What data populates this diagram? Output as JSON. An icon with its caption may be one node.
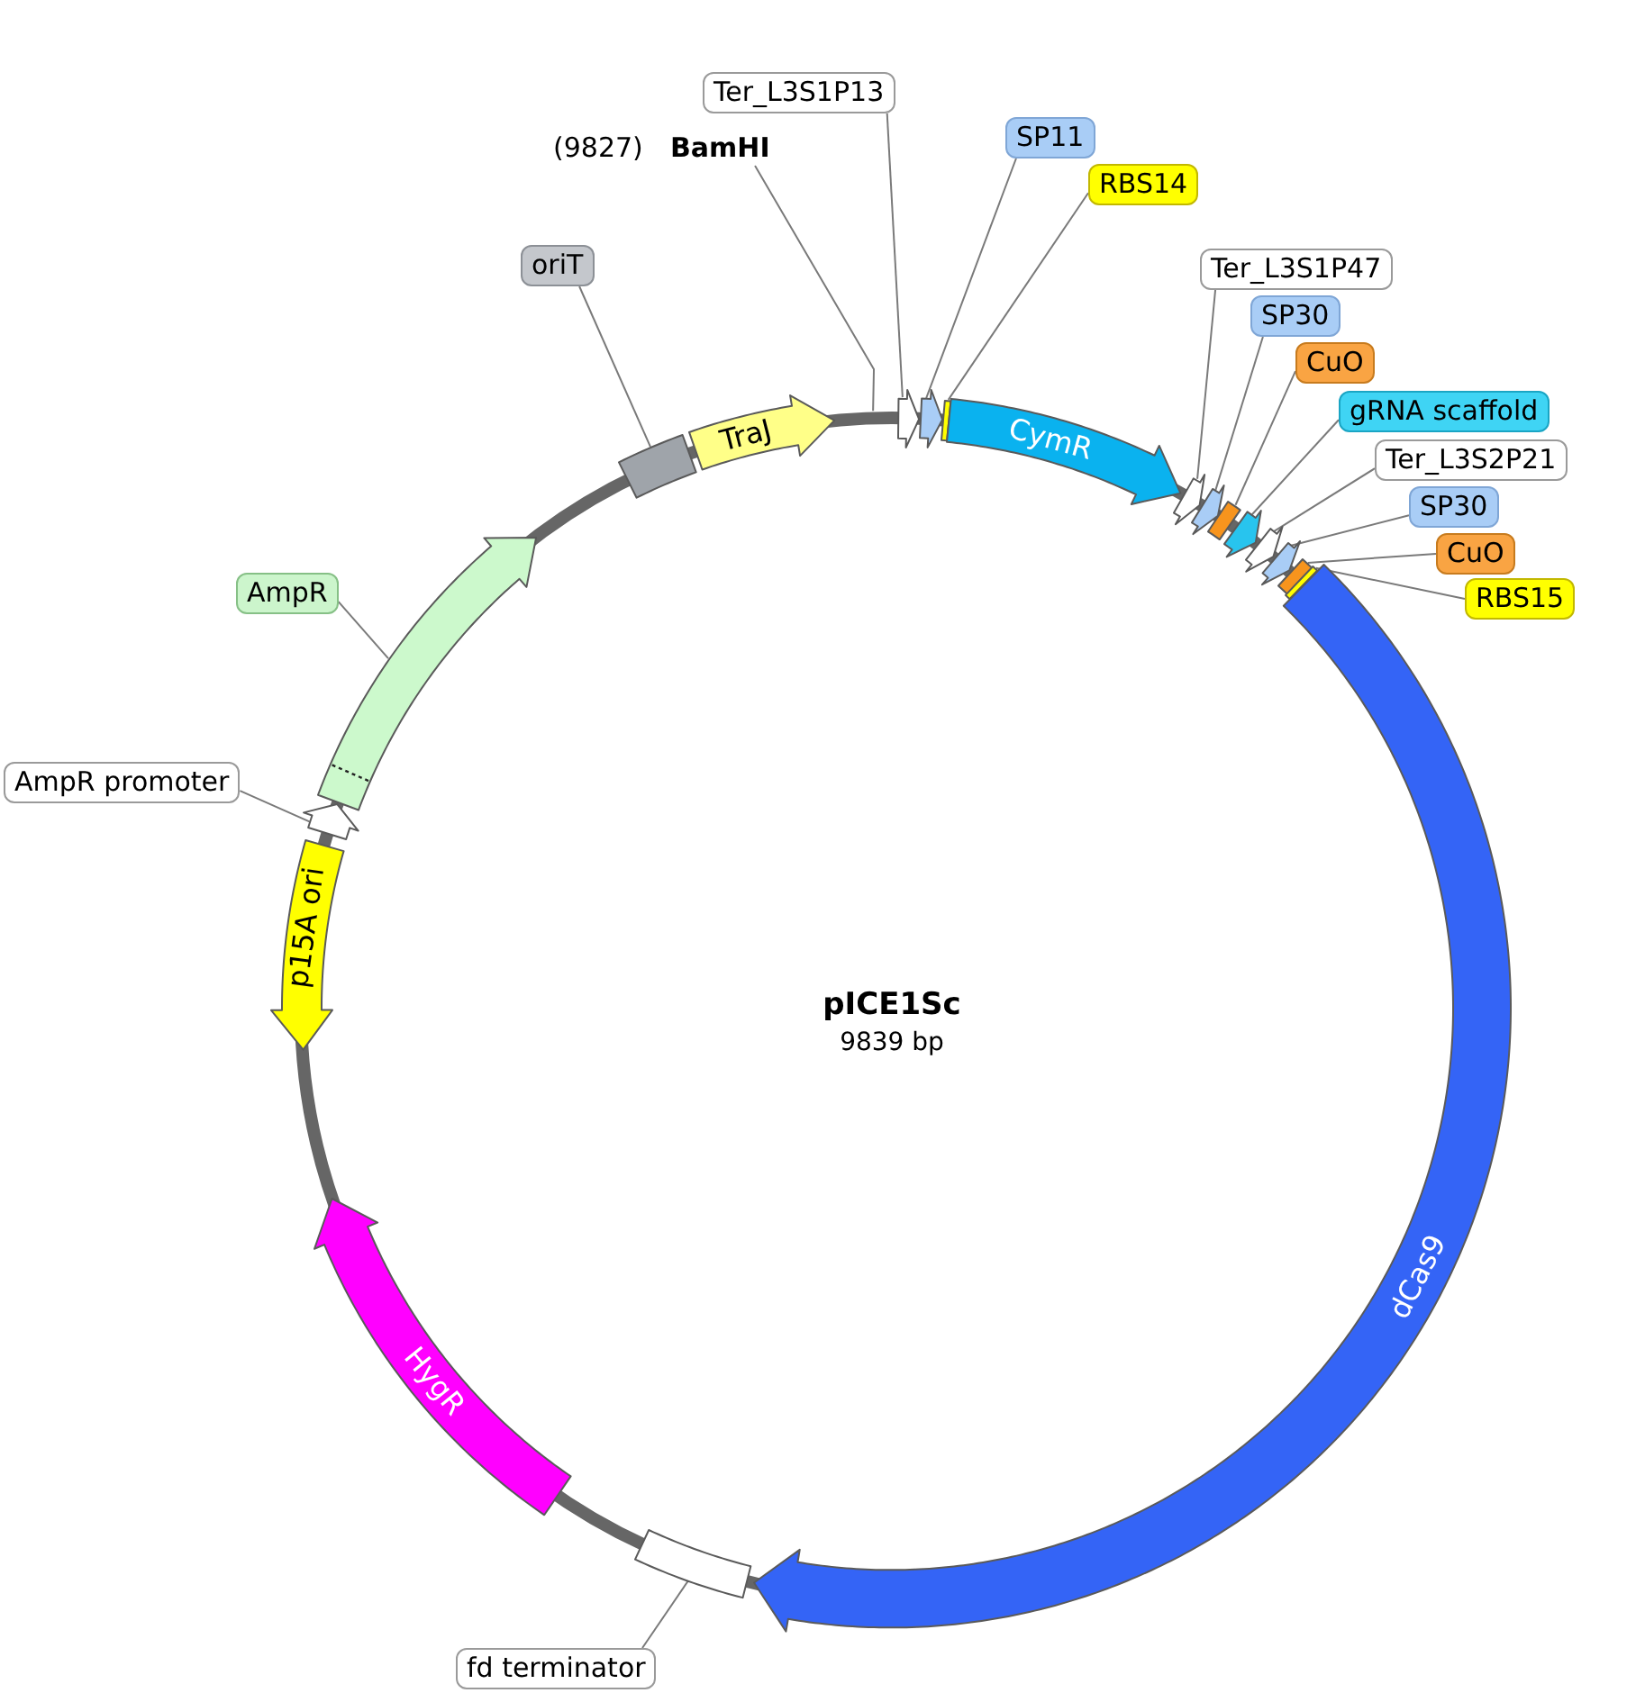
{
  "diagram": {
    "title": "pICE1Sc",
    "nodes": [
      {
        "text": [
          "BamHI"
        ],
        "beside": [
          "(9827)"
        ]
      },
      {
        "text": [
          "Ter_L3S1P13"
        ]
      },
      {
        "text": [],
        "shape": "arrow"
      },
      {
        "text": [
          "SP11"
        ]
      },
      {
        "text": [],
        "shape": "arrow"
      },
      {
        "text": [
          "RBS14"
        ]
      },
      {
        "text": [],
        "shape": "bar"
      },
      {
        "text": [
          "CymR"
        ]
      },
      {
        "text": [
          "Ter_L3S1P47"
        ]
      },
      {
        "text": [],
        "shape": "arrow"
      },
      {
        "text": [
          "SP30"
        ]
      },
      {
        "text": [],
        "shape": "arrow"
      },
      {
        "text": [
          "CuO"
        ]
      },
      {
        "text": [],
        "shape": "box"
      },
      {
        "text": [
          "gRNA scaffold"
        ]
      },
      {
        "text": [],
        "shape": "arrow"
      },
      {
        "text": [
          "Ter_L3S2P21"
        ]
      },
      {
        "text": [],
        "shape": "arrow"
      },
      {
        "text": [
          "SP30"
        ]
      },
      {
        "text": [],
        "shape": "arrow"
      },
      {
        "text": [
          "CuO"
        ]
      },
      {
        "text": [],
        "shape": "box"
      },
      {
        "text": [
          "RBS15"
        ]
      },
      {
        "text": [],
        "shape": "bar"
      },
      {
        "text": [
          "dCas9"
        ]
      },
      {
        "text": [
          "fd terminator"
        ]
      },
      {
        "text": [],
        "shape": "box"
      },
      {
        "text": [
          "HygR"
        ]
      },
      {
        "text": [
          "p15A ori"
        ]
      },
      {
        "text": [
          "AmpR promoter"
        ]
      },
      {
        "text": [],
        "shape": "arrow"
      },
      {
        "text": [
          "AmpR"
        ]
      },
      {
        "text": [],
        "shape": "arrow"
      },
      {
        "text": [
          "oriT"
        ]
      },
      {
        "text": [],
        "shape": "box"
      },
      {
        "text": [
          "TraJ"
        ]
      }
    ],
    "edges": [
      {
        "from": 0,
        "to": null,
        "arrow": "none"
      },
      {
        "from": 1,
        "to": 2,
        "arrow": "none"
      },
      {
        "from": 3,
        "to": 4,
        "arrow": "none"
      },
      {
        "from": 5,
        "to": 6,
        "arrow": "none"
      },
      {
        "from": 8,
        "to": 9,
        "arrow": "none"
      },
      {
        "from": 10,
        "to": 11,
        "arrow": "none"
      },
      {
        "from": 12,
        "to": 13,
        "arrow": "none"
      },
      {
        "from": 14,
        "to": 15,
        "arrow": "none"
      },
      {
        "from": 16,
        "to": 17,
        "arrow": "none"
      },
      {
        "from": 18,
        "to": 19,
        "arrow": "none"
      },
      {
        "from": 20,
        "to": 21,
        "arrow": "none"
      },
      {
        "from": 22,
        "to": 23,
        "arrow": "none"
      },
      {
        "from": 25,
        "to": 26,
        "arrow": "none"
      },
      {
        "from": 29,
        "to": 30,
        "arrow": "none"
      },
      {
        "from": 31,
        "to": 32,
        "arrow": "none"
      },
      {
        "from": 33,
        "to": 34,
        "arrow": "none"
      }
    ],
    "labels": [
      "9839 bp"
    ]
  }
}
